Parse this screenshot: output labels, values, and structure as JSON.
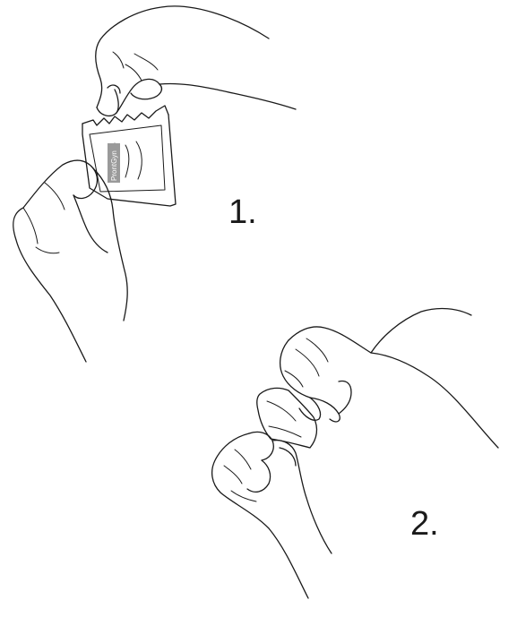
{
  "steps": [
    {
      "number": "1.",
      "illustration": "tear-open-sachet"
    },
    {
      "number": "2.",
      "illustration": "unfold-wipe"
    }
  ],
  "sachet": {
    "brand_label": "ProntGyn"
  },
  "colors": {
    "ink": "#1a1a1a",
    "label_bg": "#9a9a9a",
    "background": "#ffffff"
  }
}
